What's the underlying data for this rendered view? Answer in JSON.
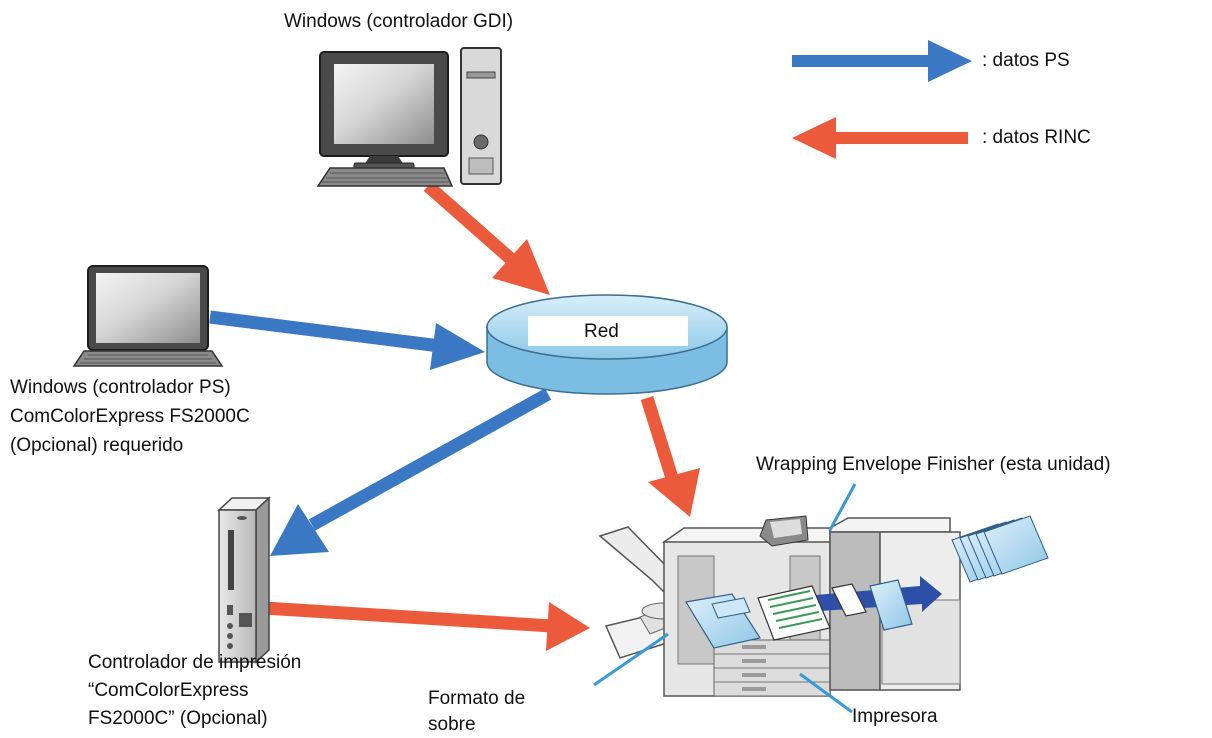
{
  "legend": {
    "ps": {
      "label": ": datos PS",
      "color": "#3b78c4"
    },
    "rinc": {
      "label": ": datos RINC",
      "color": "#ec5a3c"
    }
  },
  "labels": {
    "gdi_pc": "Windows (controlador GDI)",
    "ps_pc": [
      "Windows (controlador PS)",
      "ComColorExpress FS2000C",
      "(Opcional) requerido"
    ],
    "network": "Red",
    "controller": [
      "Controlador de impresión",
      "“ComColorExpress",
      "FS2000C” (Opcional)"
    ],
    "finisher": "Wrapping Envelope Finisher (esta unidad)",
    "envelope_format": [
      "Formato de",
      "sobre"
    ],
    "printer": "Impresora"
  }
}
